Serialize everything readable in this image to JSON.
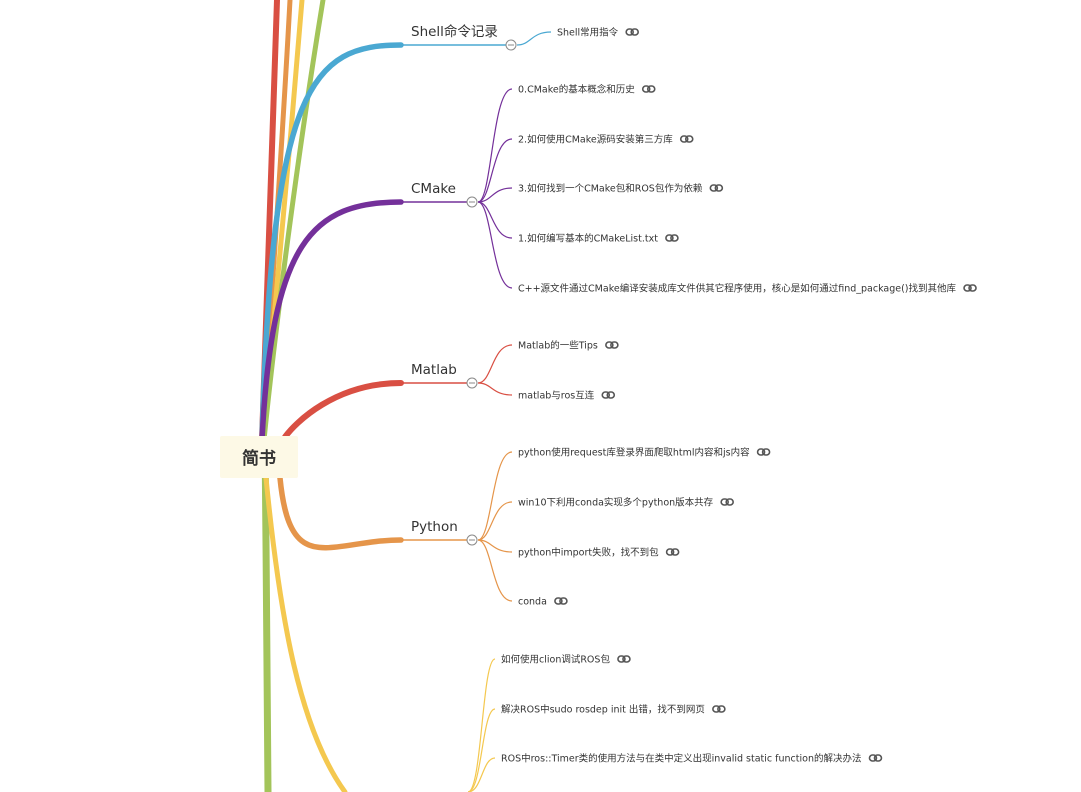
{
  "root": {
    "label": "简书"
  },
  "colors": {
    "shell": "#4aa8d2",
    "cmake": "#74309a",
    "matlab": "#d94f43",
    "python": "#e5954a",
    "ros": "#f4c84f",
    "green": "#a3c45a",
    "root_bg": "#fdf9e6"
  },
  "branches": [
    {
      "key": "shell",
      "label": "Shell命令记录",
      "leaves": [
        "Shell常用指令"
      ]
    },
    {
      "key": "cmake",
      "label": "CMake",
      "leaves": [
        "0.CMake的基本概念和历史",
        "2.如何使用CMake源码安装第三方库",
        "3.如何找到一个CMake包和ROS包作为依赖",
        "1.如何编写基本的CMakeList.txt",
        "C++源文件通过CMake编译安装成库文件供其它程序使用，核心是如何通过find_package()找到其他库"
      ]
    },
    {
      "key": "matlab",
      "label": "Matlab",
      "leaves": [
        "Matlab的一些Tips",
        "matlab与ros互连"
      ]
    },
    {
      "key": "python",
      "label": "Python",
      "leaves": [
        "python使用request库登录界面爬取html内容和js内容",
        "win10下利用conda实现多个python版本共存",
        "python中import失败，找不到包",
        "conda"
      ]
    },
    {
      "key": "ros",
      "label": "",
      "leaves": [
        "如何使用clion调试ROS包",
        "解决ROS中sudo rosdep init 出错，找不到网页",
        "ROS中ros::Timer类的使用方法与在类中定义出现invalid static function的解决办法"
      ]
    }
  ]
}
